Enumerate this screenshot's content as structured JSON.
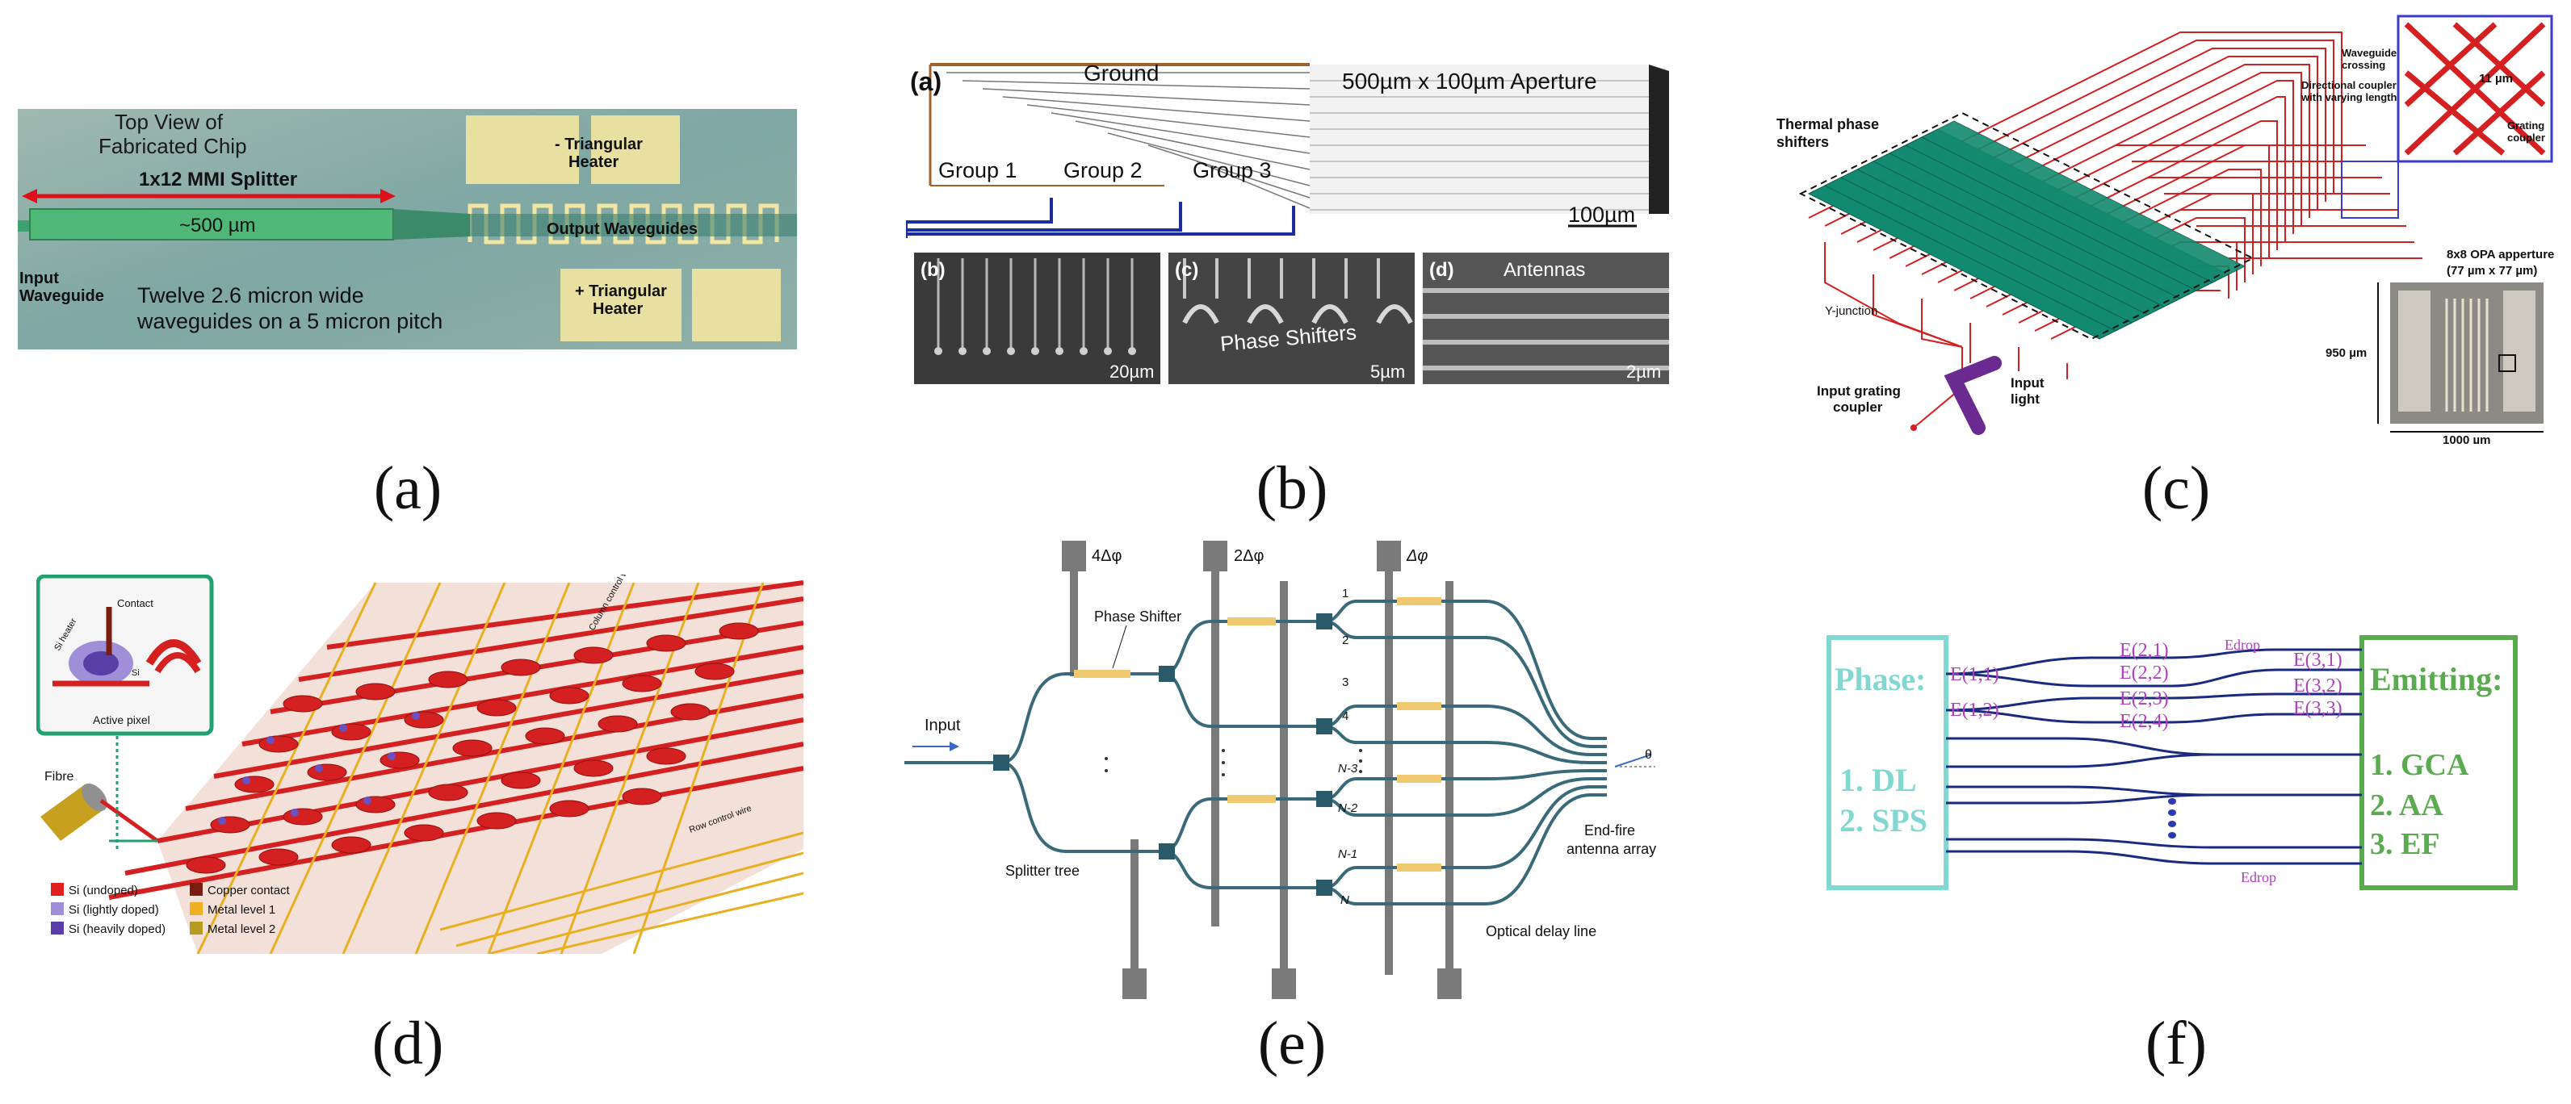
{
  "captions": {
    "a": "(a)",
    "b": "(b)",
    "c": "(c)",
    "d": "(d)",
    "e": "(e)",
    "f": "(f)"
  },
  "panel_a": {
    "title_line1": "Top View of",
    "title_line2": "Fabricated Chip",
    "mmi_label": "1x12 MMI Splitter",
    "length_label": "~500 µm",
    "input_line1": "Input",
    "input_line2": "Waveguide",
    "desc_line1": "Twelve 2.6 micron wide",
    "desc_line2": "waveguides on a 5 micron pitch",
    "heater_top_line1": "- Triangular",
    "heater_top_line2": "Heater",
    "output_label": "Output Waveguides",
    "heater_bottom_line1": "+ Triangular",
    "heater_bottom_line2": "Heater"
  },
  "panel_b": {
    "sub_a": "(a)",
    "ground": "Ground",
    "aperture": "500µm x 100µm Aperture",
    "group1": "Group 1",
    "group2": "Group 2",
    "group3": "Group 3",
    "scale_main": "100µm",
    "sub_b": "(b)",
    "scale_b": "20µm",
    "sub_c": "(c)",
    "phase_shifters": "Phase Shifters",
    "scale_c": "5µm",
    "sub_d": "(d)",
    "antennas": "Antennas",
    "scale_d": "2µm"
  },
  "panel_c": {
    "thermal_line1": "Thermal phase",
    "thermal_line2": "shifters",
    "y_junction": "Y-junction",
    "input_coupler_line1": "Input grating",
    "input_coupler_line2": "coupler",
    "input_light_line1": "Input",
    "input_light_line2": "light",
    "wg_crossing_line1": "Waveguide",
    "wg_crossing_line2": "crossing",
    "dir_coupler_line1": "Directional coupler",
    "dir_coupler_line2": "with varying length",
    "grating_line1": "Grating",
    "grating_line2": "coupler",
    "inset_dim": "11 µm",
    "opa_line1": "8x8 OPA apperture",
    "opa_line2": "(77 µm x 77 µm)",
    "dim_v": "950 µm",
    "dim_h": "1000 µm"
  },
  "panel_d": {
    "contact": "Contact",
    "si_heater": "Si heater",
    "si": "Si",
    "active_pixel": "Active pixel",
    "fibre": "Fibre",
    "column_wire": "Column\ncontrol wire",
    "row_wire": "Row\ncontrol wire",
    "legend": [
      {
        "label": "Si (undoped)",
        "color": "#e02020"
      },
      {
        "label": "Si (lightly doped)",
        "color": "#9f8fd8"
      },
      {
        "label": "Si (heavily doped)",
        "color": "#5a3ea8"
      },
      {
        "label": "Copper contact",
        "color": "#7a1c10"
      },
      {
        "label": "Metal level 1",
        "color": "#f0b020"
      },
      {
        "label": "Metal level 2",
        "color": "#b89a20"
      }
    ]
  },
  "panel_e": {
    "phase1": "4Δφ",
    "phase2": "2Δφ",
    "phase3": "Δφ",
    "phase_shifter": "Phase Shifter",
    "input": "Input",
    "splitter_tree": "Splitter tree",
    "n1": "1",
    "n2": "2",
    "n3": "3",
    "n4": "4",
    "nn3": "N-3",
    "nn2": "N-2",
    "nn1": "N-1",
    "nn": "N",
    "endfire_line1": "End-fire",
    "endfire_line2": "antenna array",
    "theta": "θ",
    "delay_line": "Optical delay line"
  },
  "panel_f": {
    "phase": "Phase:",
    "dl": "1. DL",
    "sps": "2. SPS",
    "emitting": "Emitting:",
    "gca": "1. GCA",
    "aa": "2. AA",
    "ef": "3. EF",
    "e11": "E(1,1)",
    "e12": "E(1,2)",
    "e21": "E(2,1)",
    "e22": "E(2,2)",
    "e23": "E(2,3)",
    "e24": "E(2,4)",
    "e31": "E(3,1)",
    "e32": "E(3,2)",
    "e33": "E(3,3)",
    "edrop_top": "Edrop",
    "edrop_bottom": "Edrop"
  }
}
